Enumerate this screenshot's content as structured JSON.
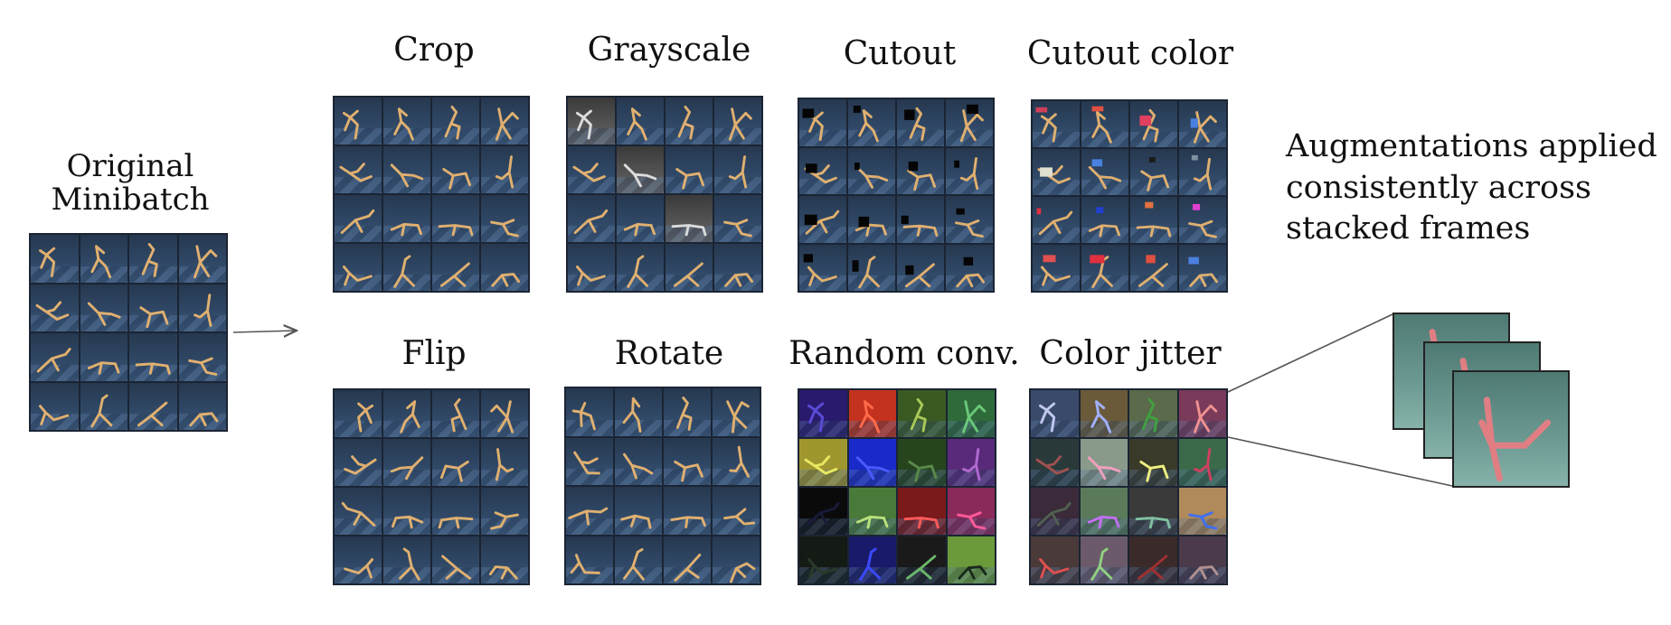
{
  "labels": {
    "original_line1": "Original",
    "original_line2": "Minibatch",
    "crop": "Crop",
    "grayscale": "Grayscale",
    "cutout": "Cutout",
    "cutout_color": "Cutout color",
    "flip": "Flip",
    "rotate": "Rotate",
    "random_conv": "Random conv.",
    "color_jitter": "Color jitter"
  },
  "note": {
    "line1": "Augmentations applied",
    "line2": "consistently across",
    "line3": "stacked frames"
  },
  "colors": {
    "figure": "#e0b070",
    "grid_border": "#1b2433",
    "arrow": "#555555",
    "stack_figure": "#e07e84"
  }
}
